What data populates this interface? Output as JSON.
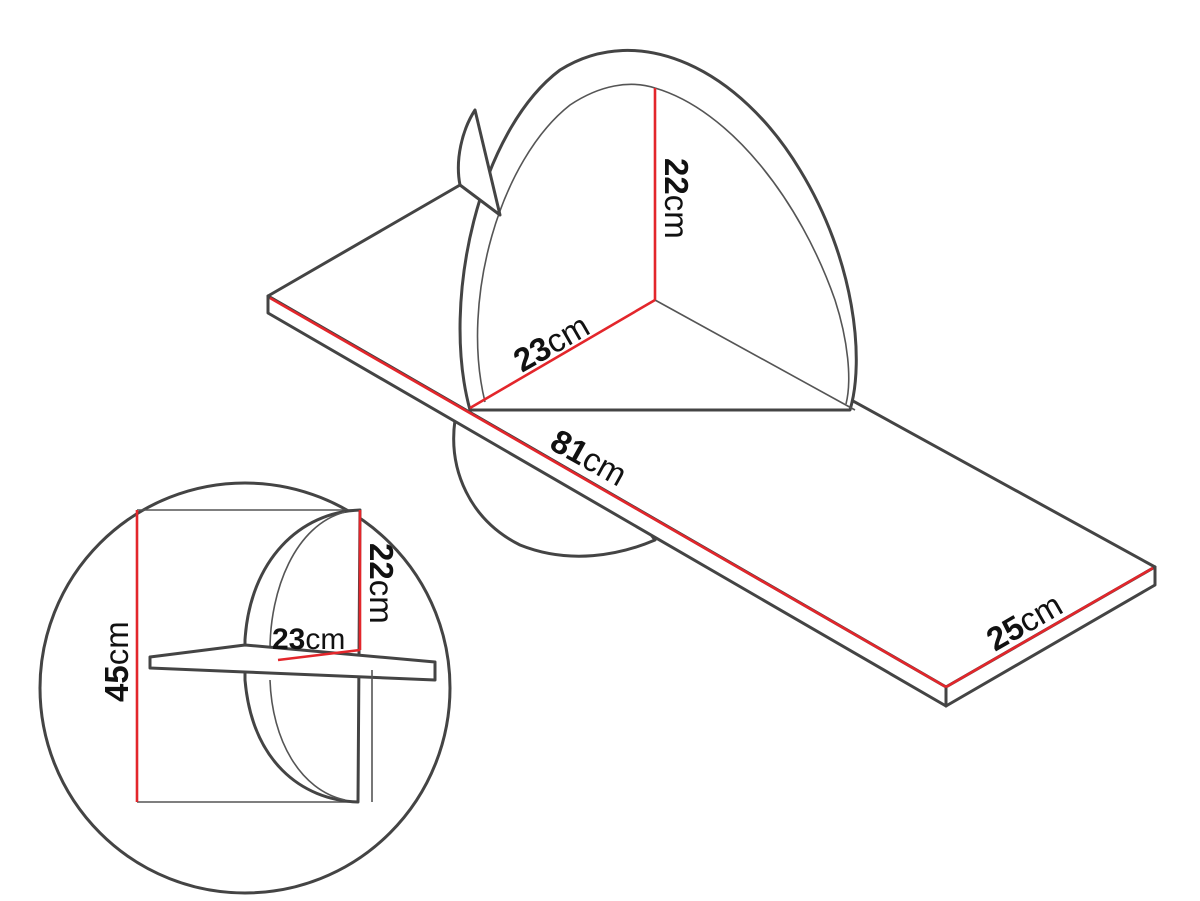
{
  "colors": {
    "outline": "#444444",
    "dimension_line": "#e3262b",
    "text": "#111111",
    "background": "#ffffff"
  },
  "dimensions": {
    "main": {
      "length": {
        "num": "81",
        "unit": "cm"
      },
      "depth": {
        "num": "25",
        "unit": "cm"
      },
      "disc_depth": {
        "num": "23",
        "unit": "cm"
      },
      "disc_height": {
        "num": "22",
        "unit": "cm"
      }
    },
    "detail": {
      "total_height": {
        "num": "45",
        "unit": "cm"
      },
      "disc_height": {
        "num": "22",
        "unit": "cm"
      },
      "disc_depth": {
        "num": "23",
        "unit": "cm"
      }
    }
  }
}
